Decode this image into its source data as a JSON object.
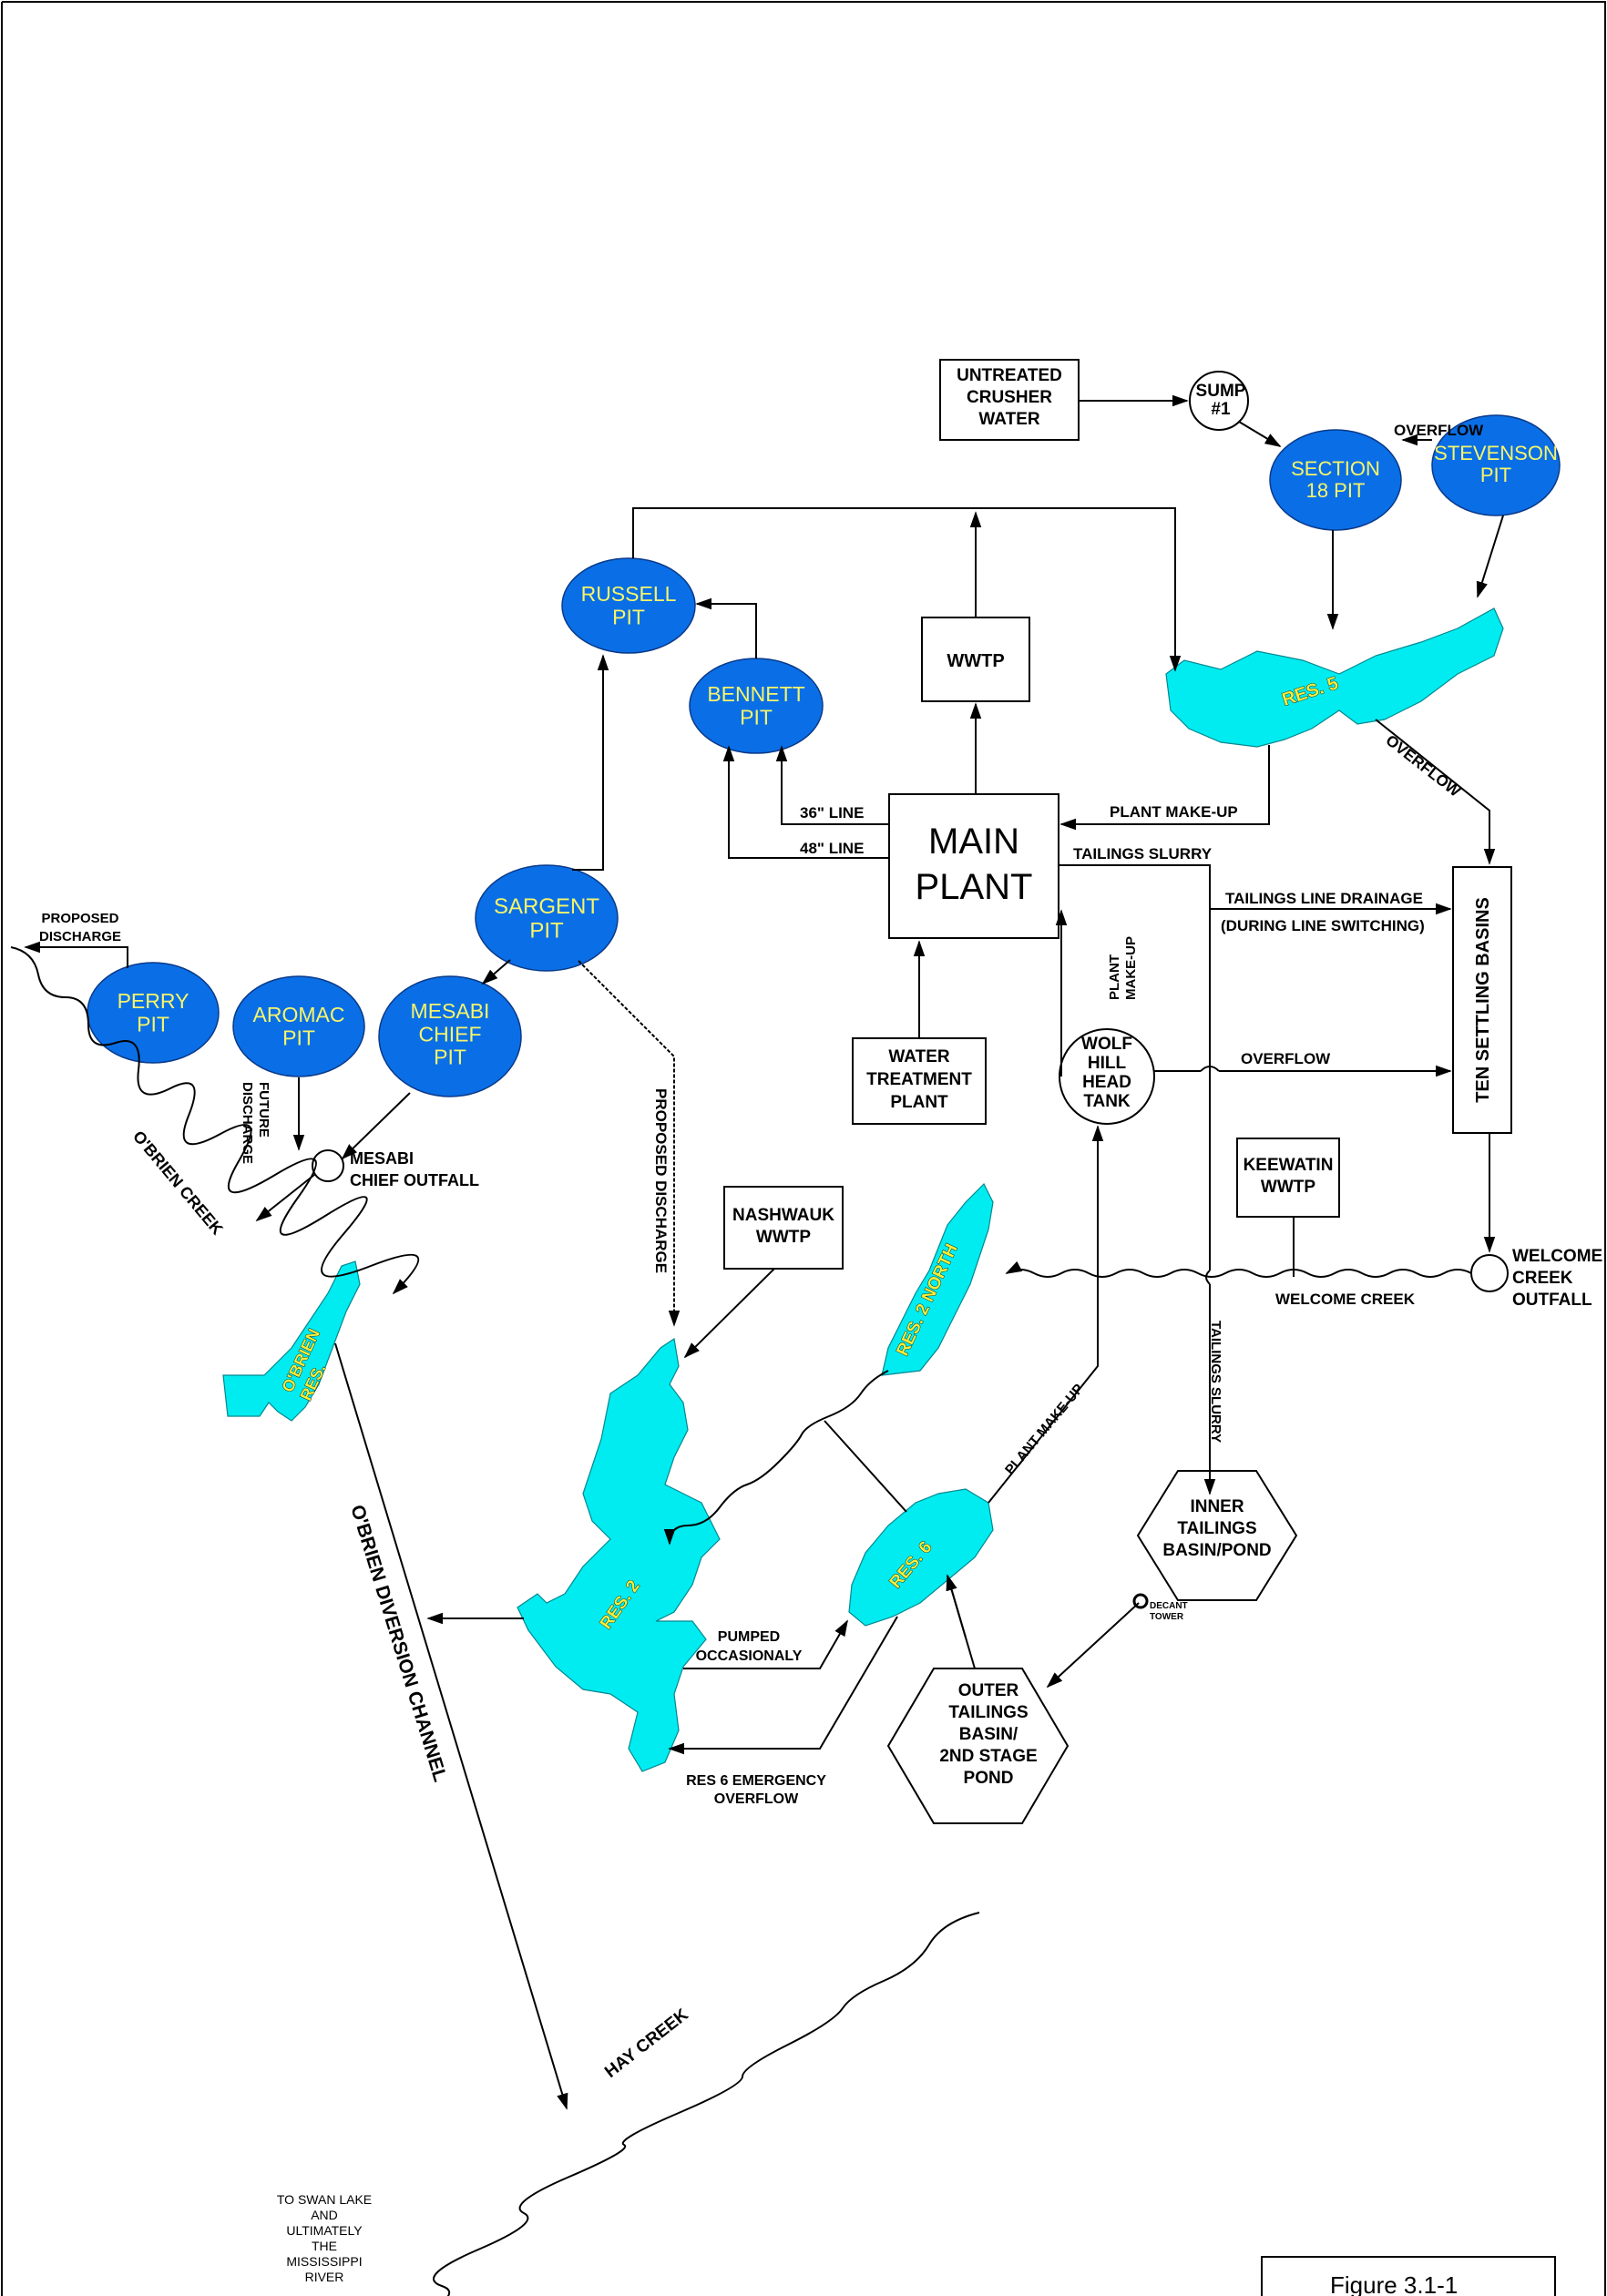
{
  "colors": {
    "pit": "#0a6fe6",
    "pit_text": "#f7f46a",
    "reservoir": "#00ecf0",
    "reservoir_text": "#f2ee3c",
    "line": "#000000"
  },
  "pits": {
    "stevenson": "STEVENSON|PIT",
    "section18": "SECTION|18 PIT",
    "russell": "RUSSELL|PIT",
    "bennett": "BENNETT|PIT",
    "sargent": "SARGENT|PIT",
    "perry": "PERRY|PIT",
    "aromac": "AROMAC|PIT",
    "mesabi_chief": "MESABI|CHIEF|PIT"
  },
  "reservoirs": {
    "res5": "RES. 5",
    "res2north": "RES. 2 NORTH",
    "res2": "RES. 2",
    "res6": "RES. 6",
    "obrien": "O'BRIEN|RES."
  },
  "boxes": {
    "crusher": "UNTREATED|CRUSHER|WATER",
    "sump": "SUMP|#1",
    "wwtp": "WWTP",
    "main_plant": "MAIN|PLANT",
    "water_treatment": "WATER|TREATMENT|PLANT",
    "wolf_hill": "WOLF|HILL|HEAD|TANK",
    "ten_settling": "TEN SETTLING BASINS",
    "keewatin": "KEEWATIN|WWTP",
    "nashwauk": "NASHWAUK|WWTP",
    "inner_tailings": "INNER|TAILINGS|BASIN/POND",
    "outer_tailings": "OUTER|TAILINGS|BASIN/|2ND STAGE|POND",
    "decant": "DECANT|TOWER"
  },
  "labels": {
    "overflow_top": "OVERFLOW",
    "overflow_res5": "OVERFLOW",
    "line36": "36\" LINE",
    "line48": "48\" LINE",
    "plant_makeup": "PLANT MAKE-UP",
    "tailings_slurry_h": "TAILINGS SLURRY",
    "tailings_drain1": "TAILINGS LINE DRAINAGE",
    "tailings_drain2": "(DURING LINE SWITCHING)",
    "plant_makeup_v": "PLANT|MAKE-UP",
    "overflow_wolf": "OVERFLOW",
    "proposed_discharge_left": "PROPOSED|DISCHARGE",
    "future_discharge": "FUTURE|DISCHARGE",
    "mesabi_outfall": "MESABI|CHIEF OUTFALL",
    "obrien_creek": "O'BRIEN CREEK",
    "proposed_discharge_v": "PROPOSED DISCHARGE",
    "welcome_outfall": "WELCOME|CREEK|OUTFALL",
    "welcome_creek": "WELCOME CREEK",
    "tailings_slurry_v": "TAILINGS SLURRY",
    "plant_makeup_diag": "PLANT MAKE-UP",
    "pumped": "PUMPED|OCCASIONALY",
    "res6_emergency": "RES 6 EMERGENCY|OVERFLOW",
    "diversion": "O'BRIEN DIVERSION CHANNEL",
    "hay_creek": "HAY CREEK",
    "swan_lake": "TO SWAN LAKE|AND|ULTIMATELY|THE|MISSISSIPPI|RIVER",
    "figure": "Figure 3.1-1"
  }
}
